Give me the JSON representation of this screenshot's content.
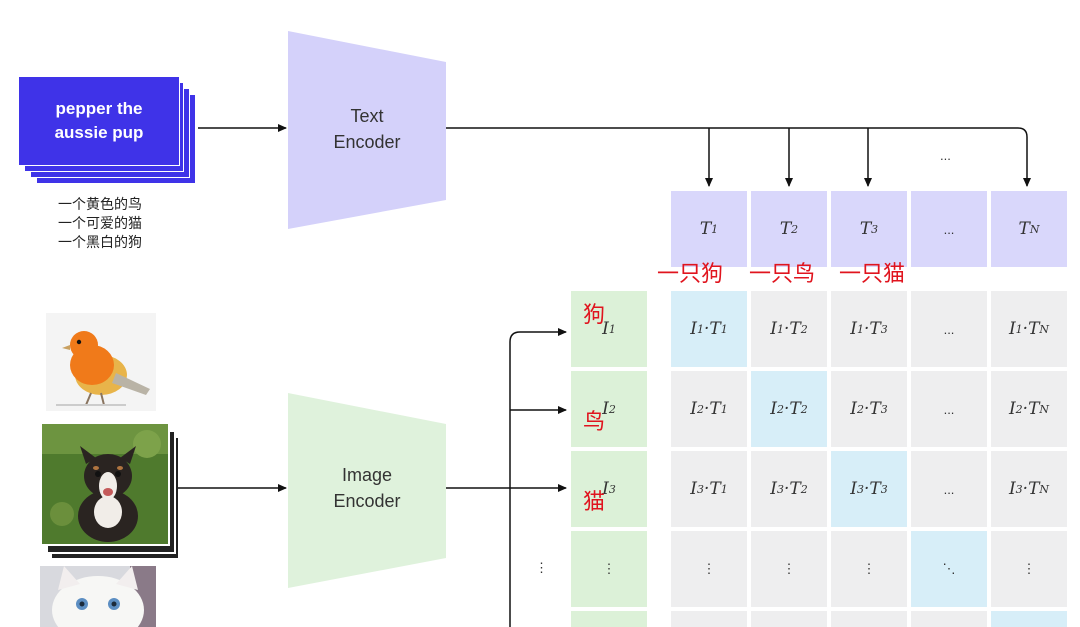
{
  "text_input": {
    "card_text": "pepper the aussie pup",
    "chinese_lines": [
      "一个黄色的鸟",
      "一个可爱的猫",
      "一个黑白的狗"
    ]
  },
  "encoders": {
    "text": "Text\nEncoder",
    "image": "Image\nEncoder"
  },
  "text_tokens": [
    {
      "sym": "T",
      "sub": "1"
    },
    {
      "sym": "T",
      "sub": "2"
    },
    {
      "sym": "T",
      "sub": "3"
    },
    {
      "sym": "...",
      "sub": ""
    },
    {
      "sym": "T",
      "sub": "N"
    }
  ],
  "image_tokens": [
    {
      "sym": "I",
      "sub": "1"
    },
    {
      "sym": "I",
      "sub": "2"
    },
    {
      "sym": "I",
      "sub": "3"
    },
    {
      "sym": "⋮",
      "sub": ""
    }
  ],
  "ellipsis_top": "...",
  "vdots": "⋮",
  "red_column_labels": [
    "一只狗",
    "一只鸟",
    "一只猫"
  ],
  "red_row_labels": [
    "狗",
    "鸟",
    "猫"
  ],
  "matrix": [
    [
      [
        "I",
        "1",
        "T",
        "1"
      ],
      [
        "I",
        "1",
        "T",
        "2"
      ],
      [
        "I",
        "1",
        "T",
        "3"
      ],
      "...",
      [
        "I",
        "1",
        "T",
        "N"
      ]
    ],
    [
      [
        "I",
        "2",
        "T",
        "1"
      ],
      [
        "I",
        "2",
        "T",
        "2"
      ],
      [
        "I",
        "2",
        "T",
        "3"
      ],
      "...",
      [
        "I",
        "2",
        "T",
        "N"
      ]
    ],
    [
      [
        "I",
        "3",
        "T",
        "1"
      ],
      [
        "I",
        "3",
        "T",
        "2"
      ],
      [
        "I",
        "3",
        "T",
        "3"
      ],
      "...",
      [
        "I",
        "3",
        "T",
        "N"
      ]
    ],
    [
      "⋮",
      "⋮",
      "⋮",
      "⋱",
      "⋮"
    ]
  ],
  "colors": {
    "card": "#3f33e8",
    "text_encoder": "#d4d1fa",
    "image_encoder": "#dff2dc",
    "highlight": "#d7eef8",
    "red_label": "#e0141e"
  }
}
